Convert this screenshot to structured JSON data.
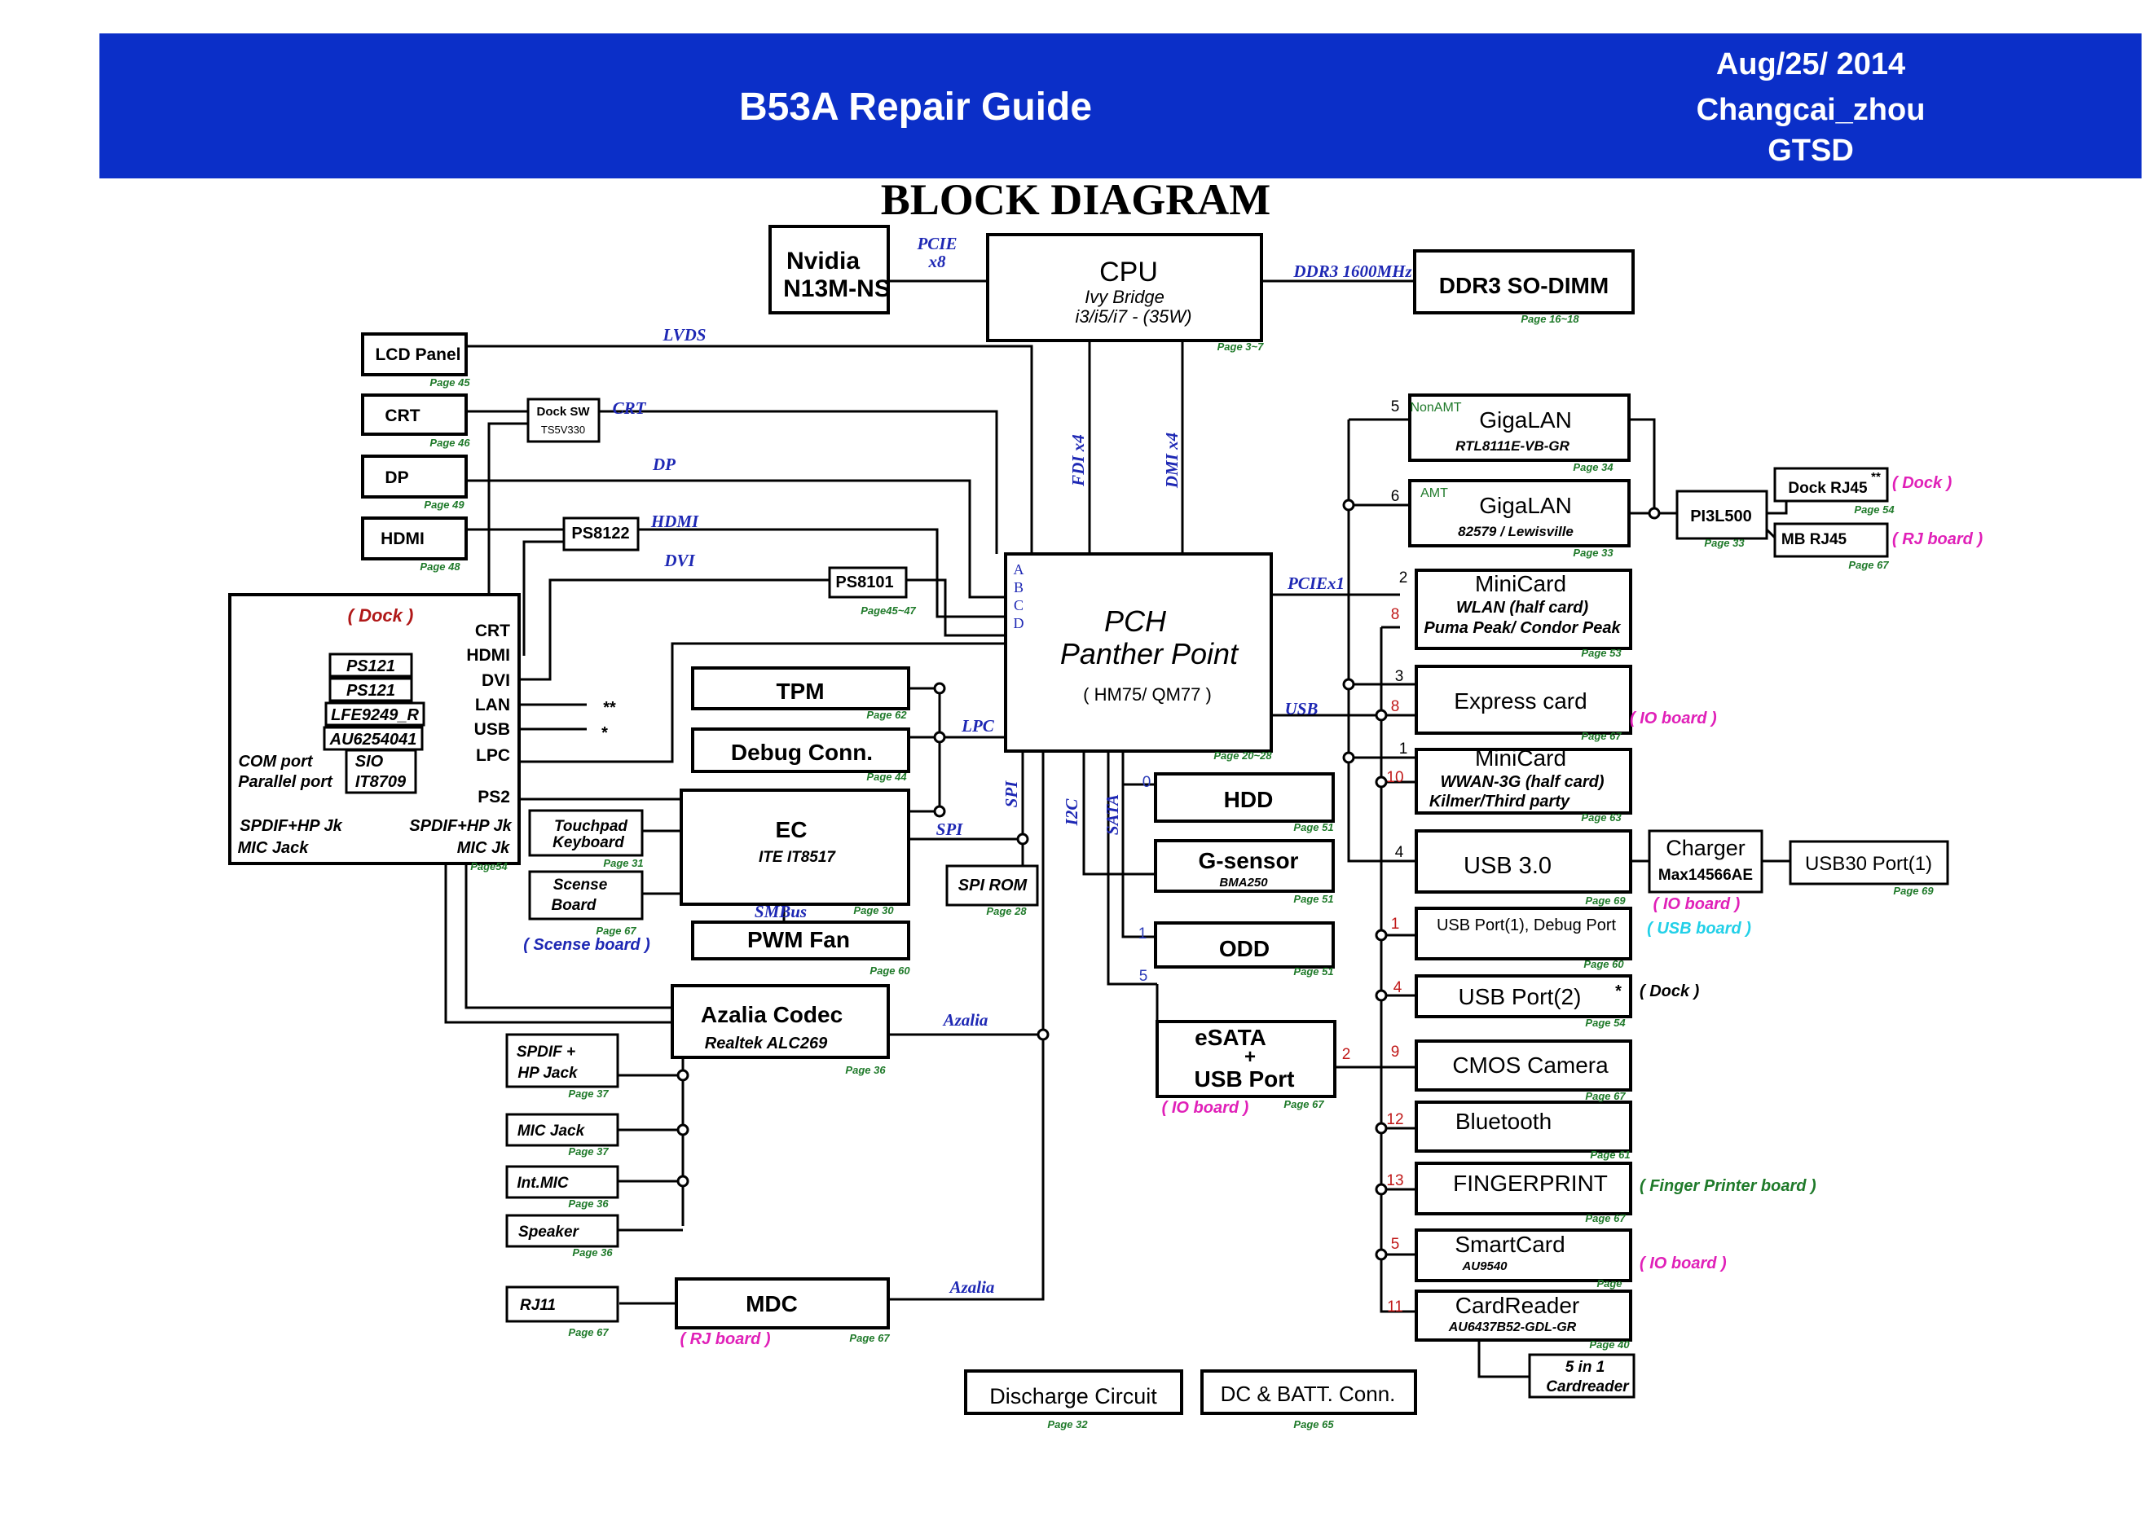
{
  "header": {
    "title": "B53A Repair Guide",
    "date": "Aug/25/ 2014",
    "author": "Changcai_zhou",
    "dept": "GTSD",
    "color": "#0b2fc8"
  },
  "diagram_title": "BLOCK DIAGRAM",
  "blocks": {
    "nvidia": {
      "lines": [
        "Nvidia",
        "N13M-NS"
      ]
    },
    "cpu": {
      "title": "CPU",
      "lines": [
        "Ivy Bridge",
        "i3/i5/i7 - (35W)"
      ],
      "page": "Page 3~7"
    },
    "ddr3": {
      "title": "DDR3 SO-DIMM",
      "page": "Page 16~18"
    },
    "lcd": {
      "title": "LCD Panel",
      "page": "Page 45"
    },
    "crt": {
      "title": "CRT",
      "page": "Page 46"
    },
    "docksw": {
      "lines": [
        "Dock SW",
        "TS5V330"
      ]
    },
    "dp": {
      "title": "DP",
      "page": "Page 49"
    },
    "hdmi": {
      "title": "HDMI",
      "page": "Page 48"
    },
    "ps8122": {
      "title": "PS8122"
    },
    "ps8101": {
      "title": "PS8101",
      "page": "Page45~47"
    },
    "pch": {
      "lines": [
        "PCH",
        "Panther Point",
        "( HM75/ QM77 )"
      ],
      "ports": [
        "A",
        "B",
        "C",
        "D"
      ],
      "page": "Page 20~28"
    },
    "tpm": {
      "title": "TPM",
      "page": "Page 62"
    },
    "debug": {
      "title": "Debug Conn.",
      "page": "Page 44"
    },
    "ec": {
      "title": "EC",
      "sub": "ITE IT8517",
      "page": "Page 30"
    },
    "touchpad": {
      "lines": [
        "Touchpad",
        "Keyboard"
      ],
      "page": "Page 31"
    },
    "scense": {
      "lines": [
        "Scense",
        "Board"
      ],
      "page": "Page 67",
      "note": "( Scense board )"
    },
    "pwmfan": {
      "title": "PWM Fan",
      "page": "Page 60"
    },
    "spirom": {
      "title": "SPI ROM",
      "page": "Page 28"
    },
    "azalia_codec": {
      "title": "Azalia Codec",
      "sub": "Realtek ALC269",
      "page": "Page 36"
    },
    "spdif": {
      "lines": [
        "SPDIF +",
        "HP Jack"
      ],
      "page": "Page 37"
    },
    "micjack": {
      "title": "MIC Jack",
      "page": "Page 37"
    },
    "intmic": {
      "title": "Int.MIC",
      "page": "Page 36"
    },
    "speaker": {
      "title": "Speaker",
      "page": "Page 36"
    },
    "rj11": {
      "title": "RJ11",
      "page": "Page 67"
    },
    "mdc": {
      "title": "MDC",
      "page": "Page 67",
      "note": "( RJ board )"
    },
    "hdd": {
      "title": "HDD",
      "page": "Page 51"
    },
    "gsensor": {
      "title": "G-sensor",
      "sub": "BMA250",
      "page": "Page 51"
    },
    "odd": {
      "title": "ODD",
      "page": "Page 51"
    },
    "esata": {
      "lines": [
        "eSATA",
        "+",
        "USB Port"
      ],
      "page": "Page 67",
      "note": "( IO board )"
    },
    "discharge": {
      "title": "Discharge Circuit",
      "page": "Page 32"
    },
    "dcbatt": {
      "title": "DC & BATT. Conn.",
      "page": "Page 65"
    },
    "gigalan1": {
      "title": "GigaLAN",
      "sub": "RTL8111E-VB-GR",
      "page": "Page 34",
      "tag": "NonAMT"
    },
    "gigalan2": {
      "title": "GigaLAN",
      "sub": "82579 / Lewisville",
      "page": "Page 33",
      "tag": "AMT"
    },
    "pi3l500": {
      "title": "PI3L500",
      "page": "Page 33"
    },
    "dockrj45": {
      "title": "Dock RJ45",
      "mark": "**",
      "page": "Page 54",
      "note": "( Dock )"
    },
    "mbrj45": {
      "title": "MB RJ45",
      "page": "Page 67",
      "note": "( RJ board )"
    },
    "minicard_wlan": {
      "title": "MiniCard",
      "lines": [
        "WLAN (half card)",
        "Puma Peak/ Condor Peak"
      ],
      "page": "Page 53"
    },
    "expresscard": {
      "title": "Express card",
      "page": "Page 67",
      "note": "( IO board )"
    },
    "minicard_wwan": {
      "title": "MiniCard",
      "lines": [
        "WWAN-3G (half card)",
        "Kilmer/Third party"
      ],
      "page": "Page 63"
    },
    "usb30": {
      "title": "USB 3.0",
      "page": "Page 69"
    },
    "charger": {
      "title": "Charger",
      "sub": "Max14566AE",
      "note": "( IO board )"
    },
    "usb30port": {
      "title": "USB30 Port(1)",
      "page": "Page 69"
    },
    "usbport_debug": {
      "title": "USB Port(1), Debug Port",
      "page": "Page 60",
      "note": "( USB board )"
    },
    "usbport2": {
      "title": "USB Port(2)",
      "mark": "*",
      "page": "Page 54",
      "note": "( Dock )"
    },
    "cmos": {
      "title": "CMOS Camera",
      "page": "Page 67"
    },
    "bluetooth": {
      "title": "Bluetooth",
      "page": "Page 61"
    },
    "fingerprint": {
      "title": "FINGERPRINT",
      "page": "Page 67",
      "note": "( Finger Printer board )"
    },
    "smartcard": {
      "title": "SmartCard",
      "sub": "AU9540",
      "page": "Page",
      "note": "( IO board )"
    },
    "cardreader": {
      "title": "CardReader",
      "sub": "AU6437B52-GDL-GR",
      "page": "Page 40"
    },
    "fivein1": {
      "lines": [
        "5 in 1",
        "Cardreader"
      ]
    }
  },
  "dock": {
    "title": "( Dock )",
    "page": "Page54",
    "rows": [
      {
        "chip": "",
        "label": "CRT"
      },
      {
        "chip": "PS121",
        "label": "HDMI"
      },
      {
        "chip": "PS121",
        "label": "DVI"
      },
      {
        "chip": "LFE9249_R",
        "label": "LAN"
      },
      {
        "chip": "AU6254041",
        "label": "USB"
      },
      {
        "chip": "SIO IT8709",
        "label": "LPC"
      },
      {
        "chip": "",
        "label": "PS2"
      }
    ],
    "sio": [
      "SIO",
      "IT8709"
    ],
    "left_labels": [
      "COM port",
      "Parallel port"
    ],
    "spdif_left": "SPDIF+HP Jk",
    "spdif_right": "SPDIF+HP Jk",
    "mic_left": "MIC Jack",
    "mic_right": "MIC Jk",
    "lan_mark": "**",
    "usb_mark": "*"
  },
  "buses": {
    "pcie_x8": [
      "PCIE",
      "x8"
    ],
    "ddr3": "DDR3  1600MHz",
    "lvds": "LVDS",
    "crt": "CRT",
    "dp": "DP",
    "hdmi": "HDMI",
    "dvi": "DVI",
    "fdi": "FDI x4",
    "dmi": "DMI x4",
    "lpc": "LPC",
    "spi1": "SPI",
    "spi2": "SPI",
    "smbus": "SMBus",
    "i2c": "I2C",
    "sata": "SATA",
    "azalia1": "Azalia",
    "azalia2": "Azalia",
    "pciex1": "PCIEx1",
    "usb": "USB"
  },
  "port_numbers": {
    "pcie": [
      "5",
      "6",
      "2",
      "3",
      "1",
      "4"
    ],
    "usb": [
      "8",
      "8",
      "10",
      "1",
      "4",
      "2",
      "9",
      "12",
      "13",
      "5",
      "11"
    ],
    "sata": [
      "0",
      "1",
      "5"
    ]
  },
  "colors": {
    "bus_label": "#1e28b4",
    "page_ref": "#1f7a2a",
    "board_note": "#e020b8",
    "usb_board_note": "#22d0e8",
    "port_num": "#c01818",
    "sata_num": "#2a3ab8"
  }
}
